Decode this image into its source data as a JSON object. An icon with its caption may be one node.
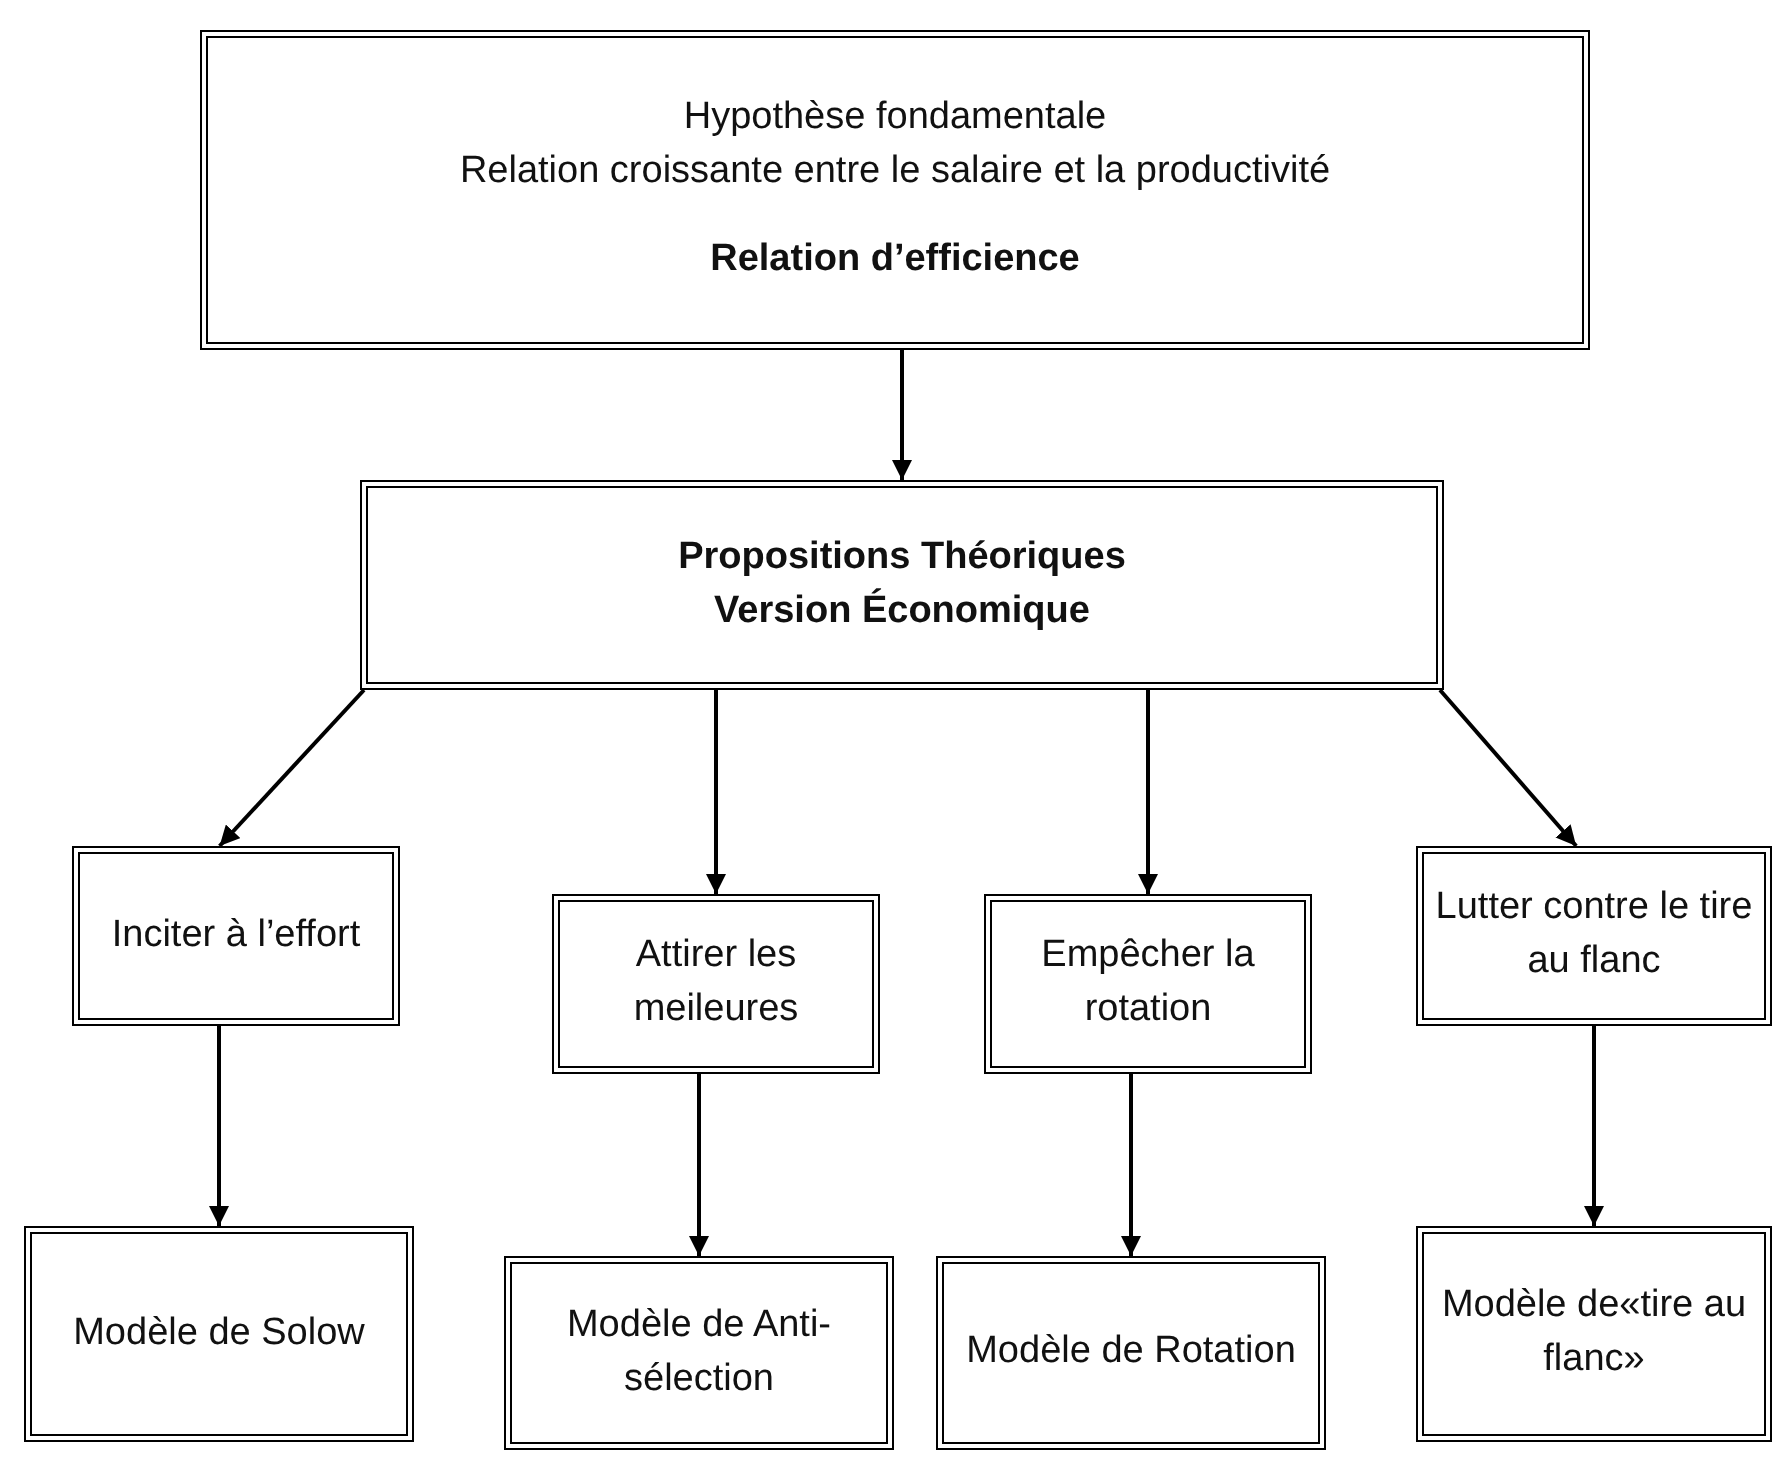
{
  "diagram": {
    "nodes": [
      {
        "text": [
          "Hypothèse fondamentale",
          "Relation croissante entre le salaire et la productivité",
          "Relation d’efficience"
        ]
      },
      {
        "text": [
          "Propositions Théoriques",
          "Version Économique"
        ]
      },
      {
        "text": [
          "Inciter à l’effort"
        ]
      },
      {
        "text": [
          "Attirer les meileures"
        ]
      },
      {
        "text": [
          "Empêcher la rotation"
        ]
      },
      {
        "text": [
          "Lutter contre le tire au flanc"
        ]
      },
      {
        "text": [
          "Modèle de Solow"
        ]
      },
      {
        "text": [
          "Modèle de Anti-sélection"
        ]
      },
      {
        "text": [
          "Modèle de Rotation"
        ]
      },
      {
        "text": [
          "Modèle de«tire au flanc»"
        ]
      }
    ],
    "edges": [
      {
        "from": 0,
        "to": 1,
        "arrow": "to"
      },
      {
        "from": 1,
        "to": 2,
        "arrow": "to"
      },
      {
        "from": 1,
        "to": 3,
        "arrow": "to"
      },
      {
        "from": 1,
        "to": 4,
        "arrow": "to"
      },
      {
        "from": 1,
        "to": 5,
        "arrow": "to"
      },
      {
        "from": 2,
        "to": 6,
        "arrow": "to"
      },
      {
        "from": 3,
        "to": 7,
        "arrow": "to"
      },
      {
        "from": 4,
        "to": 8,
        "arrow": "to"
      },
      {
        "from": 5,
        "to": 9,
        "arrow": "to"
      }
    ]
  }
}
